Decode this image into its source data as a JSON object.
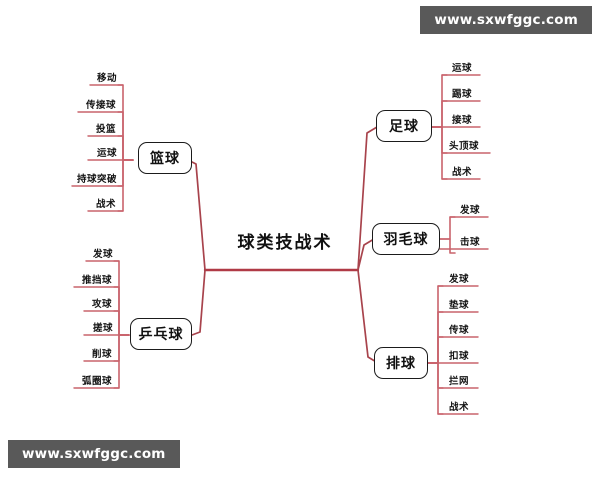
{
  "diagram": {
    "type": "mind-map",
    "title": "球类技战术",
    "center": {
      "label": "球类技战术"
    },
    "watermarks": [
      {
        "text": "www.sxwfggc.com",
        "position": "top-right"
      },
      {
        "text": "www.sxwfggc.com",
        "position": "bottom-left"
      }
    ],
    "colors": {
      "branch_line": "#b03a46",
      "leaf_line": "#c9636c",
      "node_border": "#1b1b1b",
      "text": "#111111",
      "background": "#ffffff",
      "watermark_bg": "#595959",
      "watermark_text": "#ffffff"
    },
    "branches": [
      {
        "label": "篮球",
        "side": "left",
        "leaves": [
          {
            "label": "移动"
          },
          {
            "label": "传接球"
          },
          {
            "label": "投篮"
          },
          {
            "label": "运球"
          },
          {
            "label": "持球突破"
          },
          {
            "label": "战术"
          }
        ]
      },
      {
        "label": "乒乓球",
        "side": "left",
        "leaves": [
          {
            "label": "发球"
          },
          {
            "label": "推挡球"
          },
          {
            "label": "攻球"
          },
          {
            "label": "搓球"
          },
          {
            "label": "削球"
          },
          {
            "label": "弧圈球"
          }
        ]
      },
      {
        "label": "足球",
        "side": "right",
        "leaves": [
          {
            "label": "运球"
          },
          {
            "label": "踢球"
          },
          {
            "label": "接球"
          },
          {
            "label": "头顶球"
          },
          {
            "label": "战术"
          }
        ]
      },
      {
        "label": "羽毛球",
        "side": "right",
        "leaves": [
          {
            "label": "发球"
          },
          {
            "label": "击球"
          }
        ]
      },
      {
        "label": "排球",
        "side": "right",
        "leaves": [
          {
            "label": "发球"
          },
          {
            "label": "垫球"
          },
          {
            "label": "传球"
          },
          {
            "label": "扣球"
          },
          {
            "label": "拦网"
          },
          {
            "label": "战术"
          }
        ]
      }
    ]
  }
}
